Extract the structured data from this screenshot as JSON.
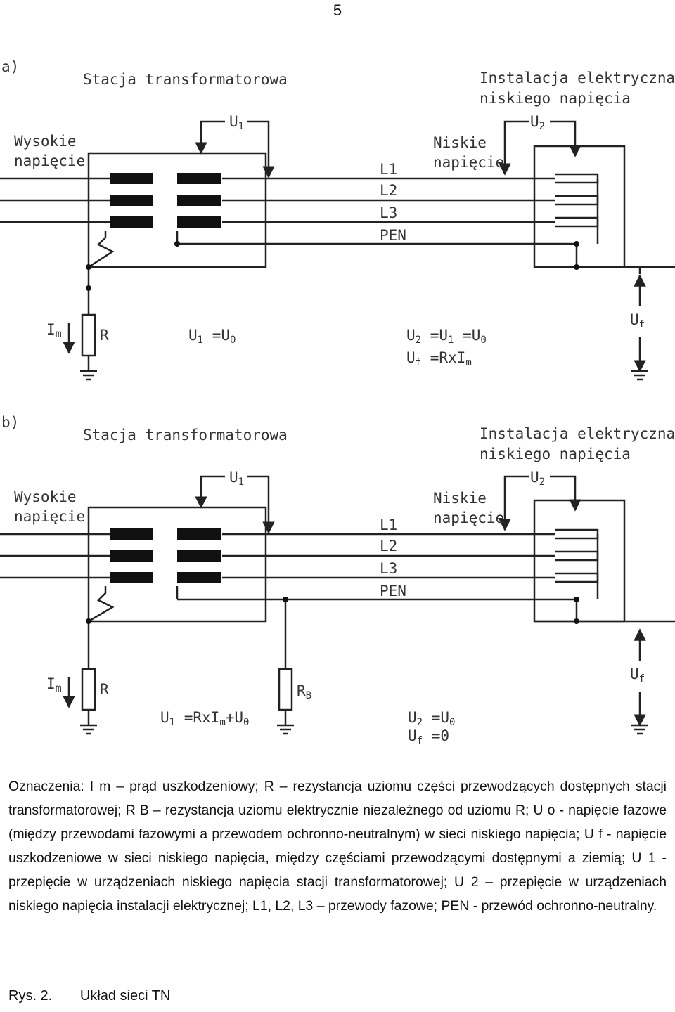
{
  "page_number": "5",
  "diagrams": [
    {
      "label": "a)",
      "station_title": "Stacja transformatorowa",
      "installation_title_1": "Instalacja elektryczna",
      "installation_title_2": "niskiego napięcia",
      "hv_1": "Wysokie",
      "hv_2": "napięcie",
      "lv_1": "Niskie",
      "lv_2": "napięcie",
      "u1": "U",
      "u1_sub": "1",
      "u2": "U",
      "u2_sub": "2",
      "lines": [
        "L1",
        "L2",
        "L3",
        "PEN"
      ],
      "im": "I",
      "im_sub": "m",
      "r": "R",
      "uf": "U",
      "uf_sub": "f",
      "eq1": "U₁ =U₀",
      "eq2": "U₂ =U₁ =U₀",
      "eq3": "Uf =RxIm"
    },
    {
      "label": "b)",
      "station_title": "Stacja transformatorowa",
      "installation_title_1": "Instalacja elektryczna",
      "installation_title_2": "niskiego napięcia",
      "hv_1": "Wysokie",
      "hv_2": "napięcie",
      "lv_1": "Niskie",
      "lv_2": "napięcie",
      "u1": "U",
      "u1_sub": "1",
      "u2": "U",
      "u2_sub": "2",
      "lines": [
        "L1",
        "L2",
        "L3",
        "PEN"
      ],
      "im": "I",
      "im_sub": "m",
      "r": "R",
      "rb": "R",
      "rb_sub": "B",
      "uf": "U",
      "uf_sub": "f",
      "eq1": "U₁ =RxIm+U₀",
      "eq2": "U₂ =U₀",
      "eq3": "Uf =0"
    }
  ],
  "legend": {
    "text": "Oznaczenia: I m – prąd uszkodzeniowy; R – rezystancja uziomu części przewodzących dostępnych stacji transformatorowej; R B – rezystancja uziomu elektrycznie niezależnego od uziomu R; U o - napięcie fazowe (między przewodami fazowymi a przewodem ochronno-neutralnym) w sieci niskiego napięcia; U f - napięcie uszkodzeniowe w sieci niskiego napięcia, między częściami przewodzącymi dostępnymi a ziemią; U 1 - przepięcie w urządzeniach niskiego napięcia stacji transformatorowej; U 2 – przepięcie w urządzeniach niskiego napięcia instalacji elektrycznej; L1, L2, L3 – przewody fazowe; PEN - przewód ochronno-neutralny."
  },
  "caption": {
    "label": "Rys. 2.",
    "title": "Układ sieci TN"
  }
}
